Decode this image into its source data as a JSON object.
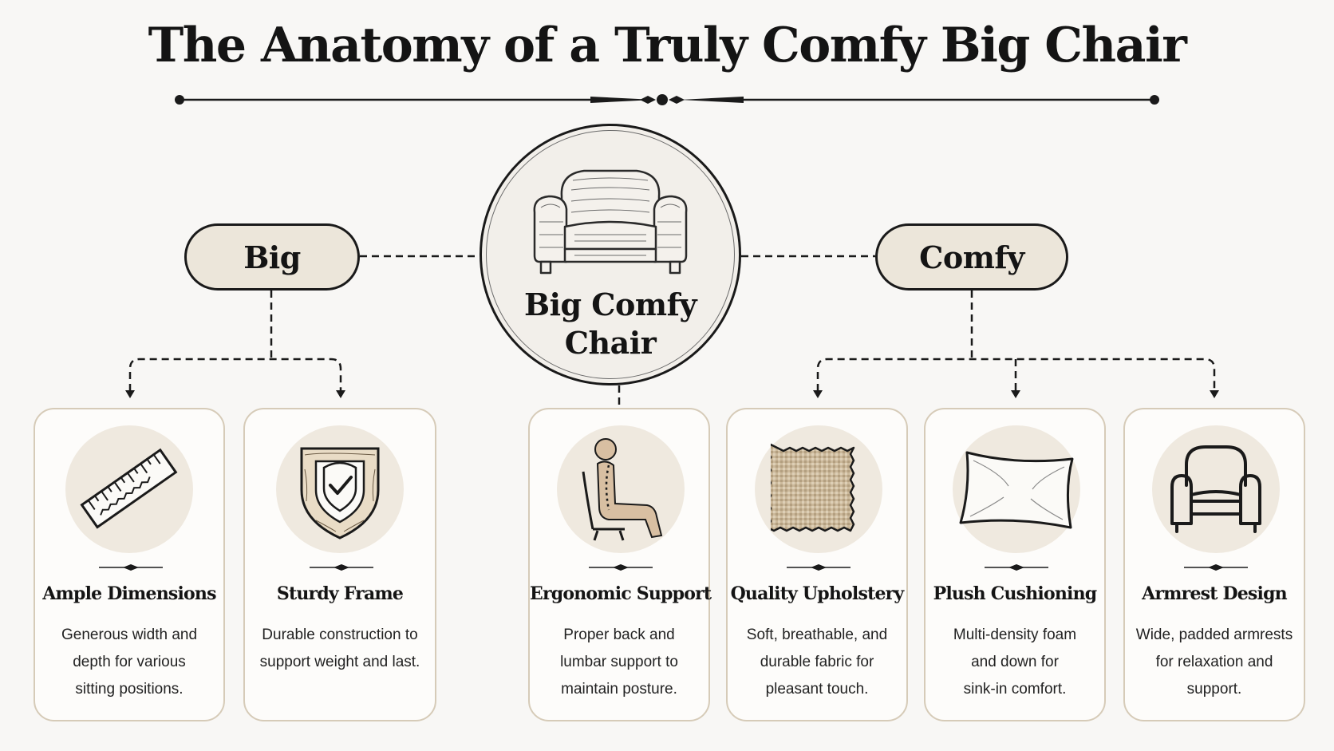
{
  "title": "The Anatomy of a Truly Comfy Big Chair",
  "hub": {
    "label_line1": "Big Comfy",
    "label_line2": "Chair",
    "icon": "armchair-sketch-icon"
  },
  "branches": {
    "left": "Big",
    "right": "Comfy"
  },
  "cards": [
    {
      "title": "Ample Dimensions",
      "desc_lines": [
        "Generous width and",
        "depth for various",
        "sitting positions."
      ],
      "icon": "measuring-ruler-icon"
    },
    {
      "title": "Sturdy Frame",
      "desc_lines": [
        "Durable construction to",
        "support weight and last."
      ],
      "icon": "shield-frame-icon"
    },
    {
      "title": "Ergonomic Support",
      "desc_lines": [
        "Proper back and",
        "lumbar support to",
        "maintain posture."
      ],
      "icon": "seated-posture-icon"
    },
    {
      "title": "Quality Upholstery",
      "desc_lines": [
        "Soft, breathable, and",
        "durable fabric for",
        "pleasant touch."
      ],
      "icon": "fabric-swatch-icon"
    },
    {
      "title": "Plush Cushioning",
      "desc_lines": [
        "Multi-density foam",
        "and down for",
        "sink-in comfort."
      ],
      "icon": "pillow-icon"
    },
    {
      "title": "Armrest Design",
      "desc_lines": [
        "Wide, padded armrests",
        "for relaxation and",
        "support."
      ],
      "icon": "armchair-outline-icon"
    }
  ],
  "colors": {
    "ink": "#1a1a1a",
    "pill_fill": "#ece6da",
    "card_border": "#d6cbb8",
    "icon_disc": "#efe9df",
    "background": "#f8f7f5"
  }
}
